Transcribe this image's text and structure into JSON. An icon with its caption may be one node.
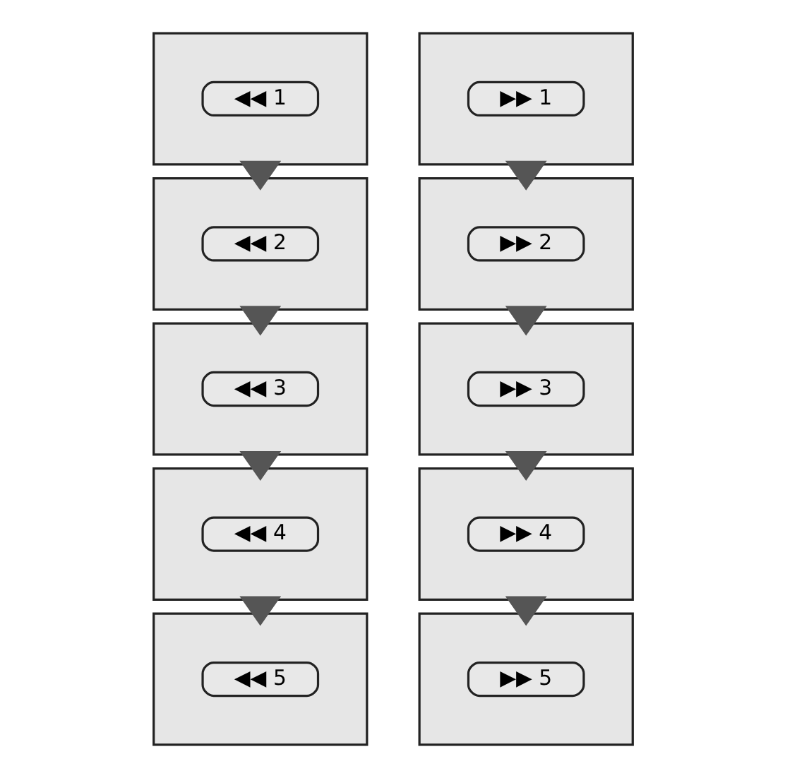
{
  "diagram": {
    "nodes": [
      {
        "text": [],
        "shape": "box"
      },
      {
        "text": [
          "◀◀ 1"
        ],
        "in": 0
      },
      {
        "text": [],
        "shape": "box"
      },
      {
        "text": [
          "▶▶ 1"
        ],
        "in": 2
      },
      {
        "text": [],
        "shape": "box"
      },
      {
        "text": [
          "◀◀ 2"
        ],
        "in": 4
      },
      {
        "text": [],
        "shape": "box"
      },
      {
        "text": [
          "▶▶ 2"
        ],
        "in": 6
      },
      {
        "text": [],
        "shape": "box"
      },
      {
        "text": [
          "◀◀ 3"
        ],
        "in": 8
      },
      {
        "text": [],
        "shape": "box"
      },
      {
        "text": [
          "▶▶ 3"
        ],
        "in": 10
      },
      {
        "text": [],
        "shape": "box"
      },
      {
        "text": [
          "◀◀ 4"
        ],
        "in": 12
      },
      {
        "text": [],
        "shape": "box"
      },
      {
        "text": [
          "▶▶ 4"
        ],
        "in": 14
      },
      {
        "text": [],
        "shape": "box"
      },
      {
        "text": [
          "◀◀ 5"
        ],
        "in": 16
      },
      {
        "text": [],
        "shape": "box"
      },
      {
        "text": [
          "▶▶ 5"
        ],
        "in": 18
      }
    ],
    "edges": [
      {
        "from": 0,
        "to": 4,
        "arrow": "to"
      },
      {
        "from": 4,
        "to": 8,
        "arrow": "to"
      },
      {
        "from": 8,
        "to": 12,
        "arrow": "to"
      },
      {
        "from": 12,
        "to": 16,
        "arrow": "to"
      },
      {
        "from": 2,
        "to": 6,
        "arrow": "to"
      },
      {
        "from": 6,
        "to": 10,
        "arrow": "to"
      },
      {
        "from": 10,
        "to": 14,
        "arrow": "to"
      },
      {
        "from": 14,
        "to": 18,
        "arrow": "to"
      }
    ]
  }
}
